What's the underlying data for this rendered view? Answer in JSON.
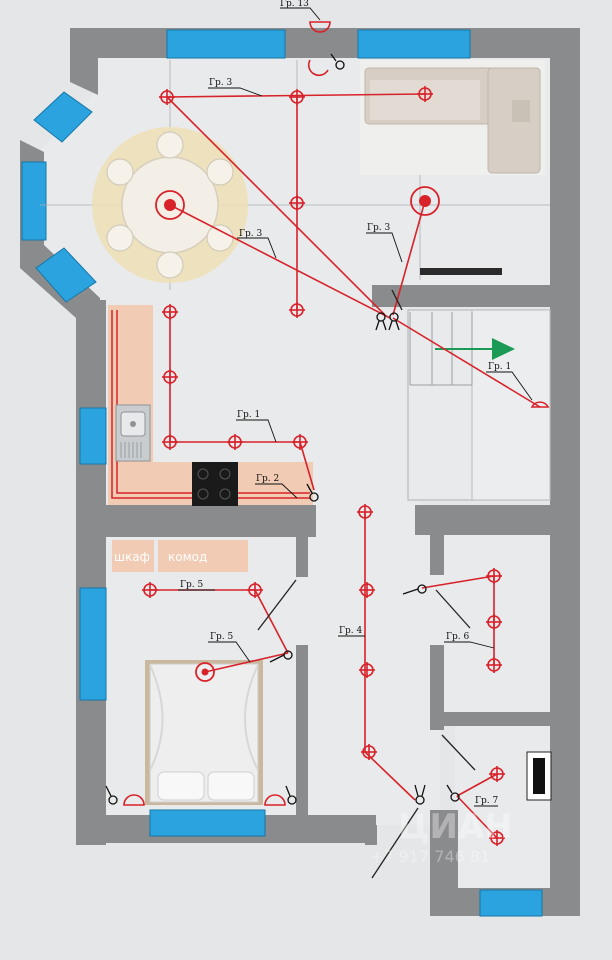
{
  "plan": {
    "group_labels": {
      "g13": "Гр. 13",
      "g3a": "Гр. 3",
      "g3b": "Гр. 3",
      "g3c": "Гр. 3",
      "g1a": "Гр. 1",
      "g1b": "Гр. 1",
      "g2": "Гр. 2",
      "g5a": "Гр. 5",
      "g5b": "Гр. 5",
      "g4": "Гр. 4",
      "g6": "Гр. 6",
      "g7": "Гр. 7"
    },
    "furniture": {
      "wardrobe": "шкаф",
      "dresser": "комод"
    },
    "watermark": {
      "brand": "ЦИАН",
      "phone": "+7 917 746 81"
    },
    "colors": {
      "wall": "#8a8b8d",
      "window": "#2aa3df",
      "circuit": "#d8222a",
      "floor": "#e8eaeb",
      "kitchen": "#f1cbb3",
      "dining": "#efdfb5",
      "arrow": "#1b9a55"
    },
    "icons": [
      "ceiling-light-icon",
      "wall-sconce-icon",
      "switch-icon",
      "floor-lamp-icon",
      "stairs-direction-arrow-icon"
    ]
  }
}
